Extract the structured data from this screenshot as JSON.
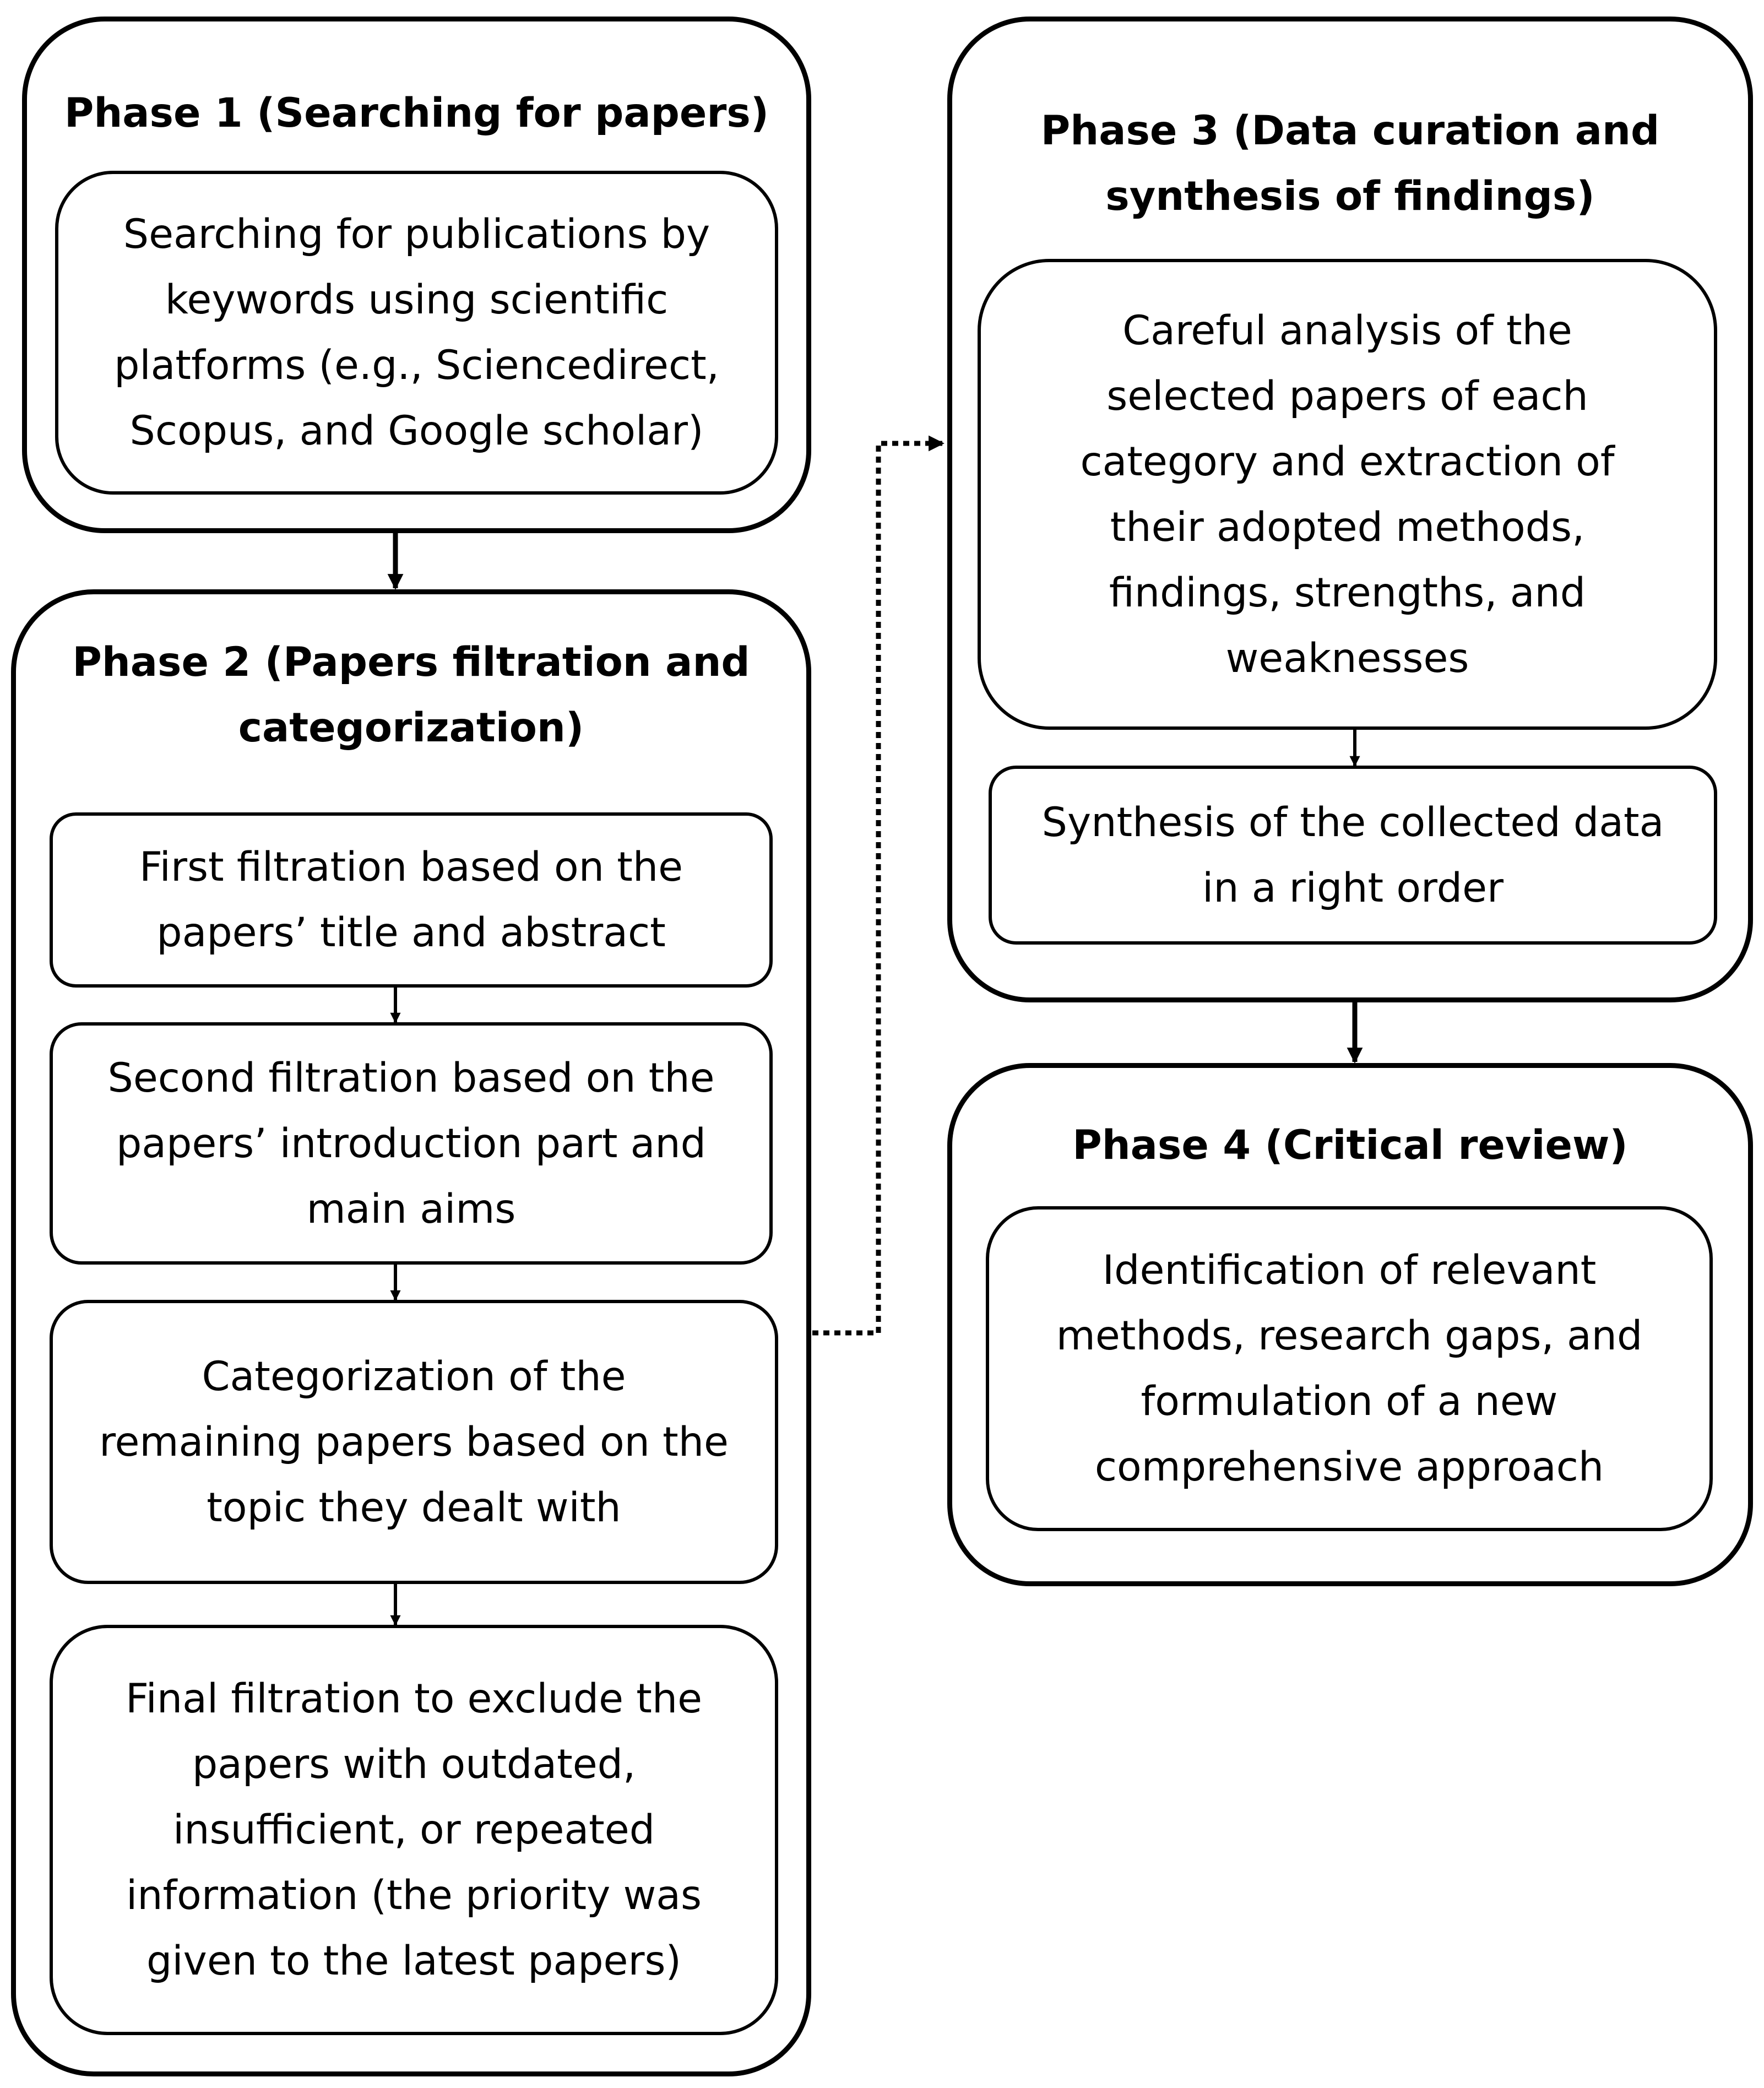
{
  "phases": [
    {
      "title": "Phase 1 (Searching for papers)",
      "steps": [
        "Searching for publications by\nkeywords using scientific\nplatforms (e.g., Sciencedirect,\nScopus, and Google scholar)"
      ]
    },
    {
      "title": "Phase 2 (Papers filtration and\ncategorization)",
      "steps": [
        "First filtration based on the\npapers’ title and abstract",
        "Second filtration based on the\npapers’ introduction part and\nmain aims",
        "Categorization of the\nremaining papers based on the\ntopic they dealt with",
        "Final filtration to exclude the\npapers with outdated,\ninsufficient, or repeated\ninformation (the priority was\ngiven to the latest papers)"
      ]
    },
    {
      "title": "Phase 3 (Data curation and\nsynthesis of findings)",
      "steps": [
        "Careful analysis of the\nselected papers of each\ncategory and extraction of\ntheir adopted methods,\nfindings, strengths, and\nweaknesses",
        "Synthesis of the collected data\nin a right order"
      ]
    },
    {
      "title": "Phase 4 (Critical review)",
      "steps": [
        "Identification of relevant\nmethods, research gaps, and\nformulation of a new\ncomprehensive approach"
      ]
    }
  ]
}
